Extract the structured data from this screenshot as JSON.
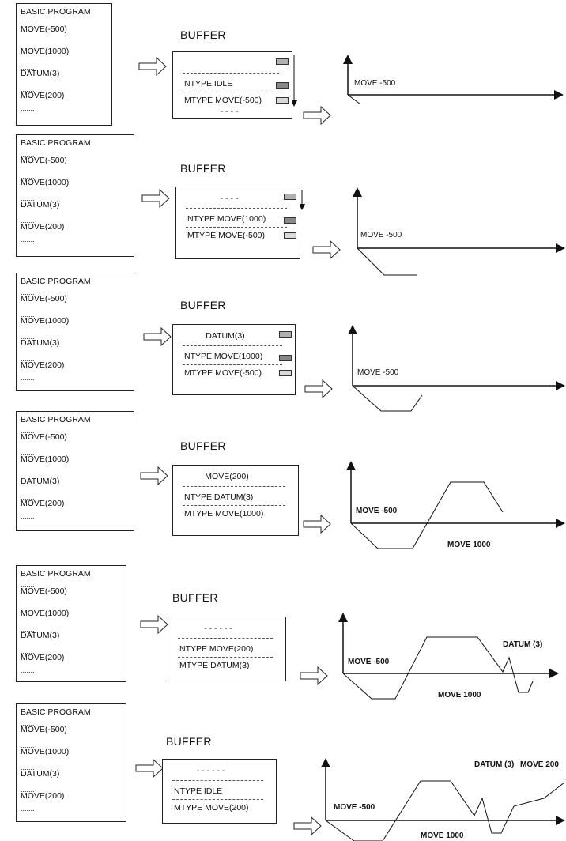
{
  "program": {
    "title": "BASIC PROGRAM",
    "dots": ".......",
    "lines": [
      "MOVE(-500)",
      "MOVE(1000)",
      "DATUM(3)",
      "MOVE(200)"
    ]
  },
  "buffer_title": "BUFFER",
  "panels": [
    {
      "pointer": "MOVE(-500)",
      "buffer": {
        "top": "",
        "ntype": "NTYPE   IDLE",
        "mtype": "MTYPE   MOVE(-500)",
        "bottom": "- - - -"
      },
      "labels": [
        {
          "text": "MOVE -500",
          "bold": false
        }
      ]
    },
    {
      "pointer": "MOVE(1000)",
      "buffer": {
        "top": "- - - -",
        "ntype": "NTYPE   MOVE(1000)",
        "mtype": "MTYPE   MOVE(-500)",
        "bottom": ""
      },
      "labels": [
        {
          "text": "MOVE -500",
          "bold": false
        }
      ]
    },
    {
      "pointer": "DATUM(3)",
      "buffer": {
        "top": "DATUM(3)",
        "ntype": "NTYPE   MOVE(1000)",
        "mtype": "MTYPE   MOVE(-500)",
        "bottom": ""
      },
      "labels": [
        {
          "text": "MOVE -500",
          "bold": false
        }
      ]
    },
    {
      "pointer": "MOVE(200)",
      "buffer": {
        "top": "MOVE(200)",
        "ntype": "NTYPE   DATUM(3)",
        "mtype": "MTYPE   MOVE(1000)",
        "bottom": ""
      },
      "labels": [
        {
          "text": "MOVE -500",
          "bold": true
        },
        {
          "text": "MOVE 1000",
          "bold": true
        }
      ]
    },
    {
      "pointer": "end",
      "buffer": {
        "top": "- - - - - -",
        "ntype": "NTYPE   MOVE(200)",
        "mtype": "MTYPE   DATUM(3)",
        "bottom": ""
      },
      "labels": [
        {
          "text": "MOVE -500",
          "bold": true
        },
        {
          "text": "MOVE 1000",
          "bold": true
        },
        {
          "text": "DATUM (3)",
          "bold": true
        }
      ]
    },
    {
      "pointer": "end",
      "buffer": {
        "top": "- - - - - -",
        "ntype": "NTYPE   IDLE",
        "mtype": "MTYPE   MOVE(200)",
        "bottom": ""
      },
      "labels": [
        {
          "text": "MOVE -500",
          "bold": true
        },
        {
          "text": "MOVE 1000",
          "bold": true
        },
        {
          "text": "DATUM (3)",
          "bold": true
        },
        {
          "text": "MOVE 200",
          "bold": true
        }
      ]
    }
  ],
  "colors": {
    "line": "#111111",
    "slot_dark": "#888888",
    "slot_mid": "#b0b0b0",
    "slot_light": "#d8d8d8"
  }
}
